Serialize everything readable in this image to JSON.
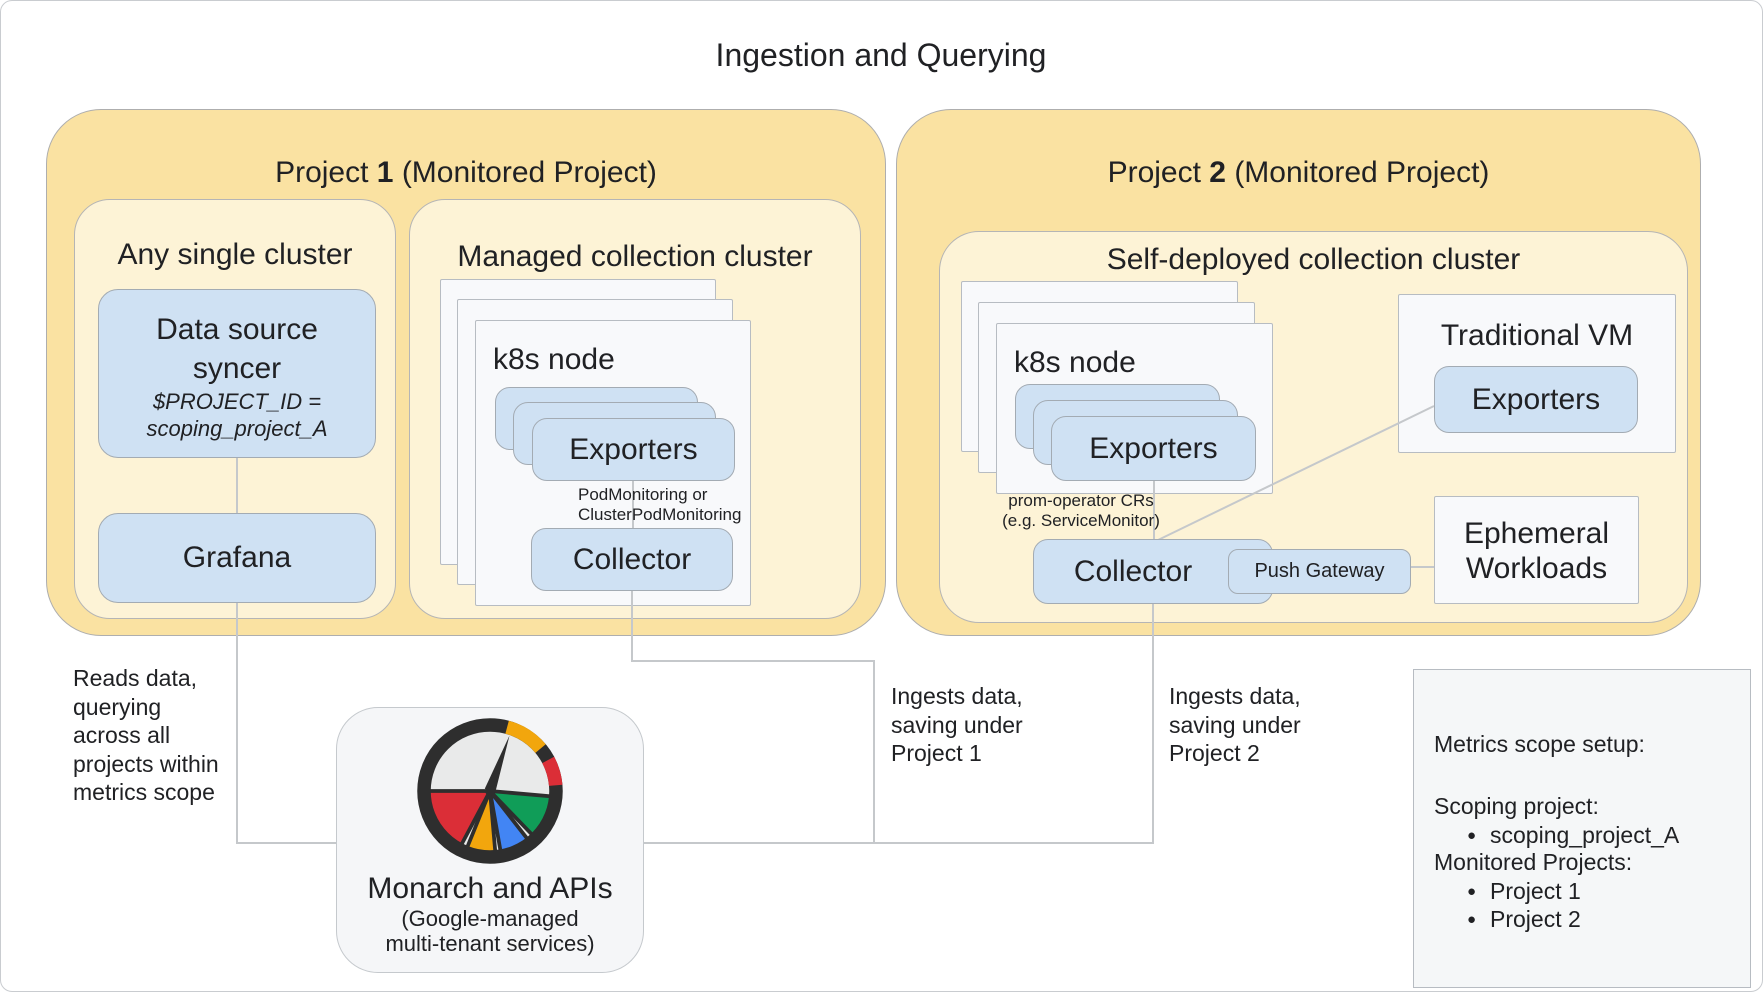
{
  "title": "Ingestion and Querying",
  "project1": {
    "heading_prefix": "Project ",
    "heading_number": "1",
    "heading_suffix": " (Monitored Project)",
    "any_cluster": {
      "heading": "Any single cluster",
      "data_source_syncer": {
        "line1": "Data source",
        "line2": "syncer",
        "var_line1": "$PROJECT_ID =",
        "var_line2": "scoping_project_A"
      },
      "grafana_label": "Grafana"
    },
    "managed_cluster": {
      "heading": "Managed collection cluster",
      "k8s_node_label": "k8s node",
      "exporters_label": "Exporters",
      "monitoring_note_line1": "PodMonitoring or",
      "monitoring_note_line2": "ClusterPodMonitoring",
      "collector_label": "Collector"
    }
  },
  "project2": {
    "heading_prefix": "Project ",
    "heading_number": "2",
    "heading_suffix": " (Monitored Project)",
    "self_deployed_cluster": {
      "heading": "Self-deployed collection cluster",
      "k8s_node_label": "k8s node",
      "exporters_label": "Exporters",
      "crs_note_line1": "prom-operator CRs",
      "crs_note_line2": "(e.g. ServiceMonitor)",
      "collector_label": "Collector",
      "push_gateway_label": "Push Gateway",
      "traditional_vm": {
        "heading": "Traditional VM",
        "exporters_label": "Exporters"
      },
      "ephemeral": {
        "line1": "Ephemeral",
        "line2": "Workloads"
      }
    }
  },
  "monarch": {
    "title": "Monarch and APIs",
    "subtitle_line1": "(Google-managed",
    "subtitle_line2": "multi-tenant services)"
  },
  "notes": {
    "reads": [
      "Reads data,",
      "querying",
      "across all",
      "projects within",
      "metrics scope"
    ],
    "ingest1": [
      "Ingests data,",
      "saving under",
      "Project 1"
    ],
    "ingest2": [
      "Ingests data,",
      "saving under",
      "Project 2"
    ]
  },
  "metrics_scope": {
    "title": "Metrics scope setup:",
    "scoping_label": "Scoping project:",
    "scoping_value": "scoping_project_A",
    "monitored_label": "Monitored Projects:",
    "monitored": [
      "Project 1",
      "Project 2"
    ],
    "bullet": "●"
  },
  "colors": {
    "project_fill": "#FAE2A2",
    "subcluster_fill": "#FDF3D6",
    "component_fill": "#CFE1F3",
    "node_fill": "#F8F9FB",
    "connector": "#c5c8cb",
    "gauge_red": "#DB2E37",
    "gauge_yellow": "#F2A60D",
    "gauge_blue": "#4285F4",
    "gauge_green": "#109D58",
    "gauge_dark": "#2E2E2E"
  }
}
